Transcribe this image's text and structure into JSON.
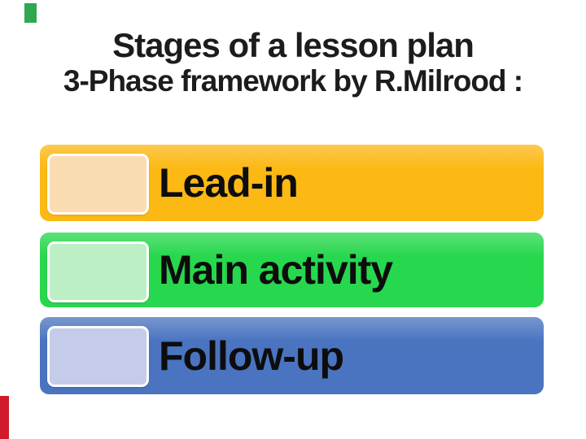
{
  "title": {
    "line1": "Stages of a lesson plan",
    "line2": "3-Phase framework by R.Milrood :",
    "color": "#1c1c1c"
  },
  "stages": [
    {
      "label": "Lead-in",
      "bar_color": "#FCB813",
      "swatch_color": "#FADCB2"
    },
    {
      "label": "Main activity",
      "bar_color": "#27D74D",
      "swatch_color": "#BDEFC6"
    },
    {
      "label": "Follow-up",
      "bar_color": "#4A74C0",
      "swatch_color": "#C4CCE9"
    }
  ],
  "decorations": {
    "edge_accent_green": "#2FA84F",
    "edge_accent_red": "#D11A2A"
  },
  "text_color": "#0d0d0d",
  "background_color": "#FFFFFF"
}
